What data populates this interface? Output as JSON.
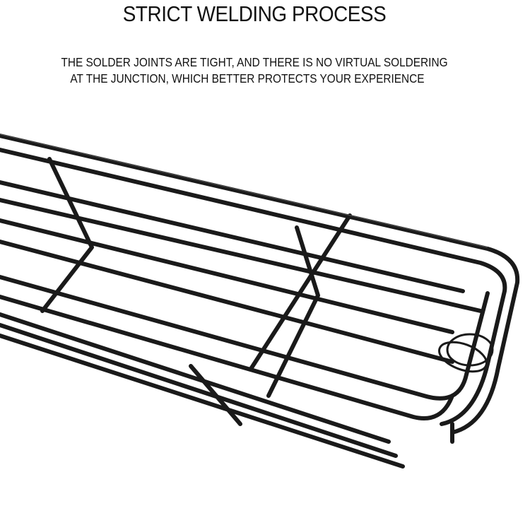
{
  "title": "STRICT WELDING PROCESS",
  "description": {
    "line1": "THE SOLDER JOINTS ARE TIGHT, AND THERE IS NO VIRTUAL SOLDERING",
    "line2": "AT THE JUNCTION, WHICH BETTER PROTECTS YOUR EXPERIENCE"
  },
  "colors": {
    "wire": "#1a1a1a",
    "background": "#ffffff"
  }
}
